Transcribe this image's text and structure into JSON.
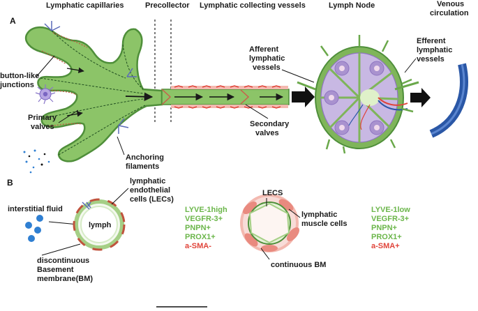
{
  "panel_a": {
    "letter": "A",
    "headers": {
      "capillaries": "Lymphatic capillaries",
      "precollector": "Precollector",
      "collecting": "Lymphatic collecting vessels",
      "node": "Lymph Node",
      "venous_line1": "Venous",
      "venous_line2": "circulation"
    },
    "labels": {
      "button_line1": "button-like",
      "button_line2": "junctions",
      "primary_line1": "Primary",
      "primary_line2": "valves",
      "anchoring_line1": "Anchoring",
      "anchoring_line2": "filaments",
      "secondary_line1": "Secondary",
      "secondary_line2": "valves",
      "afferent_line1": "Afferent",
      "afferent_line2": "lymphatic",
      "afferent_line3": "vessels",
      "efferent_line1": "Efferent",
      "efferent_line2": "lymphatic",
      "efferent_line3": "vessels"
    }
  },
  "panel_b": {
    "letter": "B",
    "capillary": {
      "interstitial": "interstitial fluid",
      "lymph": "lymph",
      "lec_line1": "lymphatic",
      "lec_line2": "endothelial",
      "lec_line3": "cells (LECs)",
      "bm_line1": "discontinuous",
      "bm_line2": "Basement",
      "bm_line3": "membrane(BM)",
      "markers": [
        {
          "text": "LYVE-1high",
          "color": "green"
        },
        {
          "text": "VEGFR-3+",
          "color": "green"
        },
        {
          "text": "PNPN+",
          "color": "green"
        },
        {
          "text": "PROX1+",
          "color": "green"
        },
        {
          "text": "a-SMA-",
          "color": "red"
        }
      ]
    },
    "collector": {
      "lecs": "LECS",
      "muscle_line1": "lymphatic",
      "muscle_line2": "muscle cells",
      "bm": "continuous BM",
      "markers": [
        {
          "text": "LYVE-1low",
          "color": "green"
        },
        {
          "text": "VEGFR-3+",
          "color": "green"
        },
        {
          "text": "PNPN+",
          "color": "green"
        },
        {
          "text": "PROX1+",
          "color": "green"
        },
        {
          "text": "a-SMA+",
          "color": "red"
        }
      ]
    }
  },
  "colors": {
    "vessel_green": "#8cc468",
    "vessel_outline": "#4f8f3a",
    "muscle_red": "#e0443a",
    "marker_green": "#6bb64a",
    "node_purple": "#b49ad0",
    "vein_blue": "#2a57a6",
    "interstitial_blue": "#2f7fd2"
  }
}
